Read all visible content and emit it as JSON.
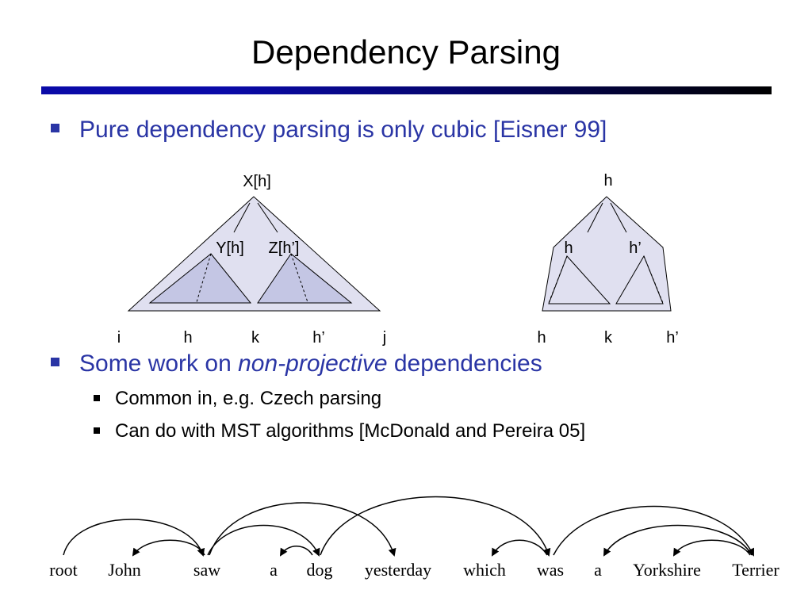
{
  "slide": {
    "title": "Dependency Parsing",
    "bullets": [
      {
        "text": "Pure dependency parsing is only cubic [Eisner 99]"
      },
      {
        "before": "Some work on ",
        "emph": "non-projective",
        "after": " dependencies"
      }
    ],
    "subbullets": [
      "Common in, e.g. Czech parsing",
      "Can do with MST algorithms [McDonald and Pereira 05]"
    ]
  },
  "diagram_left": {
    "top": "X[h]",
    "left_child": "Y[h]",
    "right_child": "Z[h’]",
    "bottom": [
      "i",
      "h",
      "k",
      "h’",
      "j"
    ]
  },
  "diagram_right": {
    "top": "h",
    "left_child": "h",
    "right_child": "h’",
    "bottom": [
      "h",
      "k",
      "h’"
    ]
  },
  "sentence": {
    "words": [
      "root",
      "John",
      "saw",
      "a",
      "dog",
      "yesterday",
      "which",
      "was",
      "a",
      "Yorkshire",
      "Terrier"
    ]
  },
  "colors": {
    "accent": "#2a35a5",
    "outer_fill": "#e0e0f0",
    "inner_fill": "#c4c6e4"
  }
}
